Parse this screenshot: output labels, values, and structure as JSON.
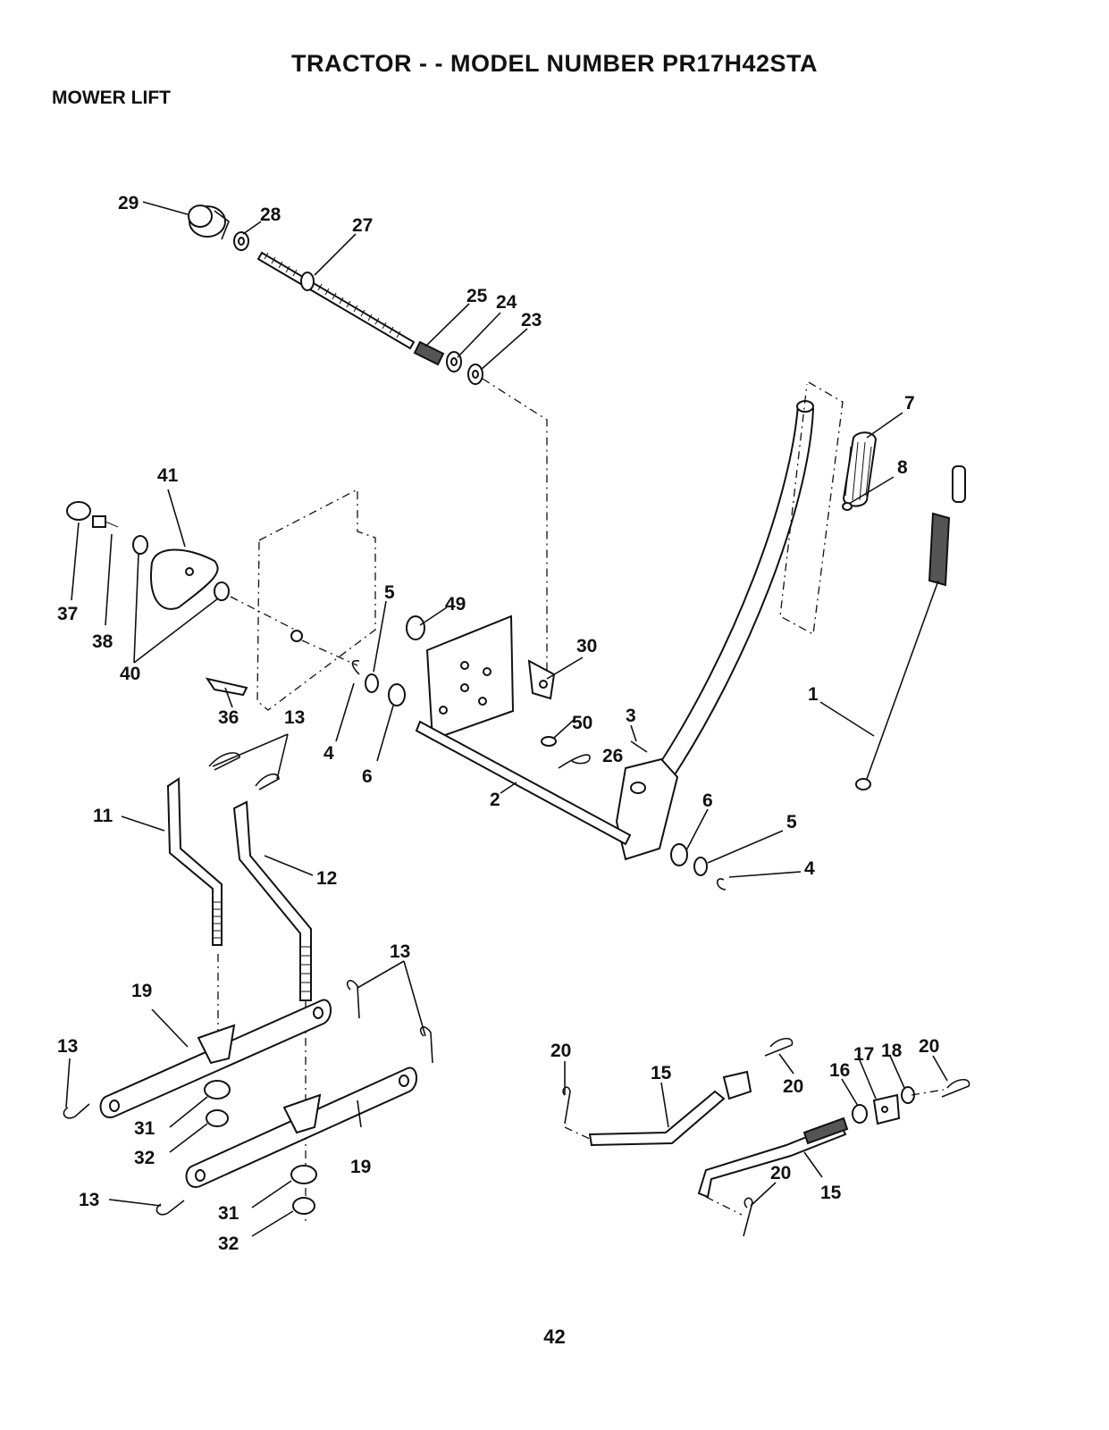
{
  "title": "TRACTOR - - MODEL NUMBER PR17H42STA",
  "section": "MOWER LIFT",
  "page_number": "42",
  "callouts": {
    "c29": "29",
    "c28": "28",
    "c27": "27",
    "c25": "25",
    "c24": "24",
    "c23": "23",
    "c7": "7",
    "c8": "8",
    "c41": "41",
    "c37": "37",
    "c38": "38",
    "c40": "40",
    "c5a": "5",
    "c49": "49",
    "c30": "30",
    "c1": "1",
    "c36": "36",
    "c13a": "13",
    "c4a": "4",
    "c6a": "6",
    "c50": "50",
    "c3": "3",
    "c26": "26",
    "c2": "2",
    "c6b": "6",
    "c5b": "5",
    "c4b": "4",
    "c11": "11",
    "c12": "12",
    "c13b": "13",
    "c19a": "19",
    "c13c": "13",
    "c31a": "31",
    "c32a": "32",
    "c19b": "19",
    "c13d": "13",
    "c31b": "31",
    "c32b": "32",
    "c20a": "20",
    "c15a": "15",
    "c20b": "20",
    "c16": "16",
    "c17": "17",
    "c18": "18",
    "c20c": "20",
    "c20d": "20",
    "c15b": "15"
  }
}
